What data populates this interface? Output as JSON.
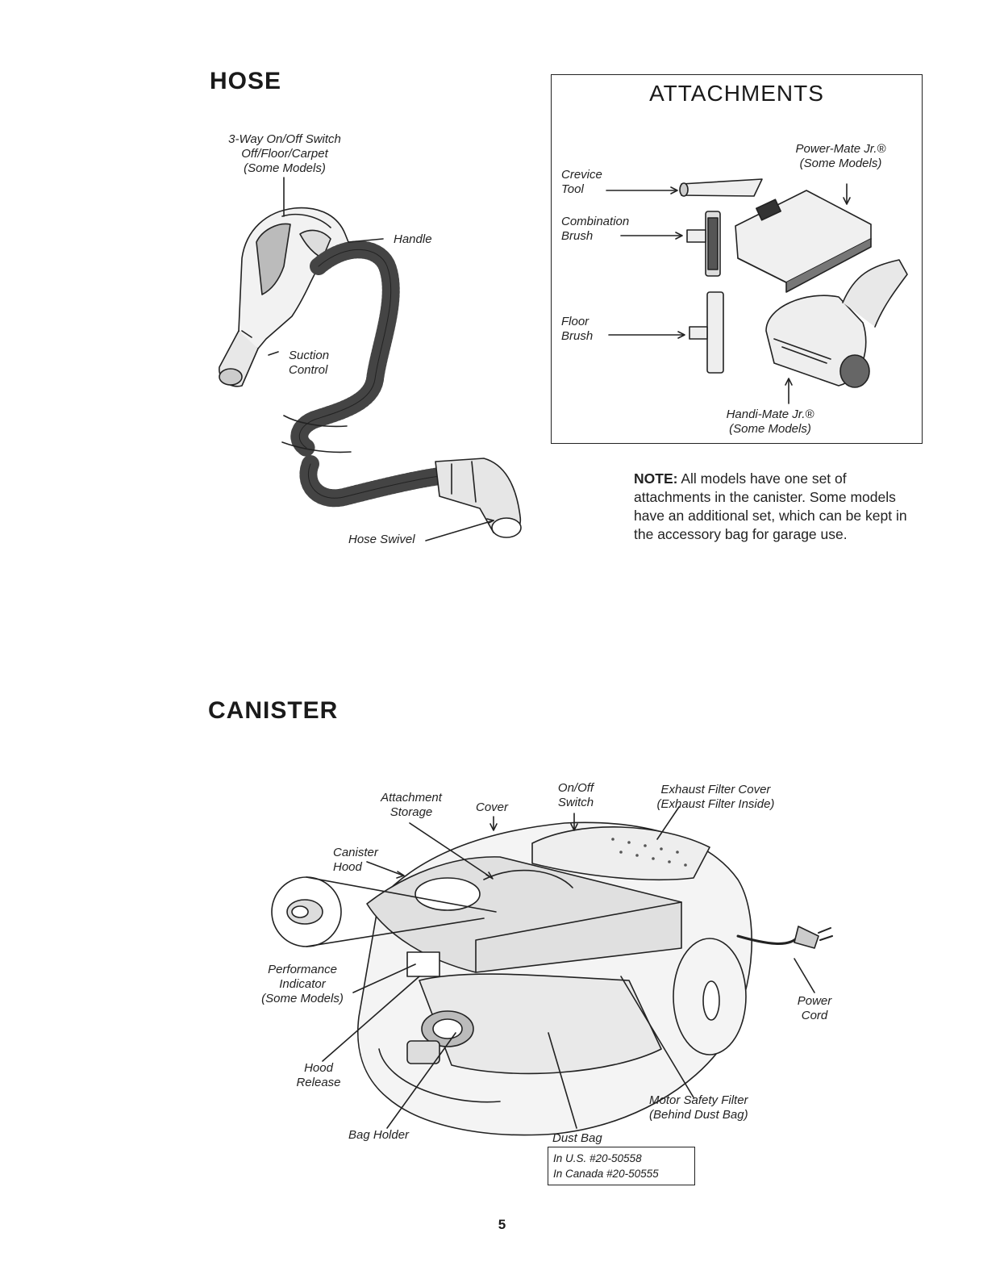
{
  "hose": {
    "heading": "HOSE",
    "switch_label": [
      "3-Way On/Off Switch",
      "Off/Floor/Carpet",
      "(Some Models)"
    ],
    "handle_label": "Handle",
    "suction_label": [
      "Suction",
      "Control"
    ],
    "swivel_label": "Hose Swivel"
  },
  "attachments": {
    "heading": "ATTACHMENTS",
    "powermate_label": [
      "Power-Mate Jr.®",
      "(Some Models)"
    ],
    "crevice_label": [
      "Crevice",
      "Tool"
    ],
    "combination_label": [
      "Combination",
      "Brush"
    ],
    "floor_label": [
      "Floor",
      "Brush"
    ],
    "handimate_label": [
      "Handi-Mate Jr.®",
      "(Some Models)"
    ]
  },
  "note": {
    "prefix": "NOTE:",
    "text": "All models have one set of attachments in the canister. Some models have an additional set, which can be kept in the accessory bag for garage use."
  },
  "canister": {
    "heading": "CANISTER",
    "attachment_storage": [
      "Attachment",
      "Storage"
    ],
    "cover": "Cover",
    "onoff_switch": [
      "On/Off",
      "Switch"
    ],
    "exhaust_filter": [
      "Exhaust Filter Cover",
      "(Exhaust Filter Inside)"
    ],
    "canister_hood": [
      "Canister",
      "Hood"
    ],
    "performance_indicator": [
      "Performance",
      "Indicator",
      "(Some Models)"
    ],
    "power_cord": [
      "Power",
      "Cord"
    ],
    "hood_release": [
      "Hood",
      "Release"
    ],
    "motor_safety_filter": [
      "Motor Safety Filter",
      "(Behind Dust Bag)"
    ],
    "bag_holder": "Bag Holder",
    "dust_bag": "Dust Bag",
    "dust_bag_parts": [
      "In U.S. #20-50558",
      "In Canada #20-50555"
    ]
  },
  "page_number": "5"
}
